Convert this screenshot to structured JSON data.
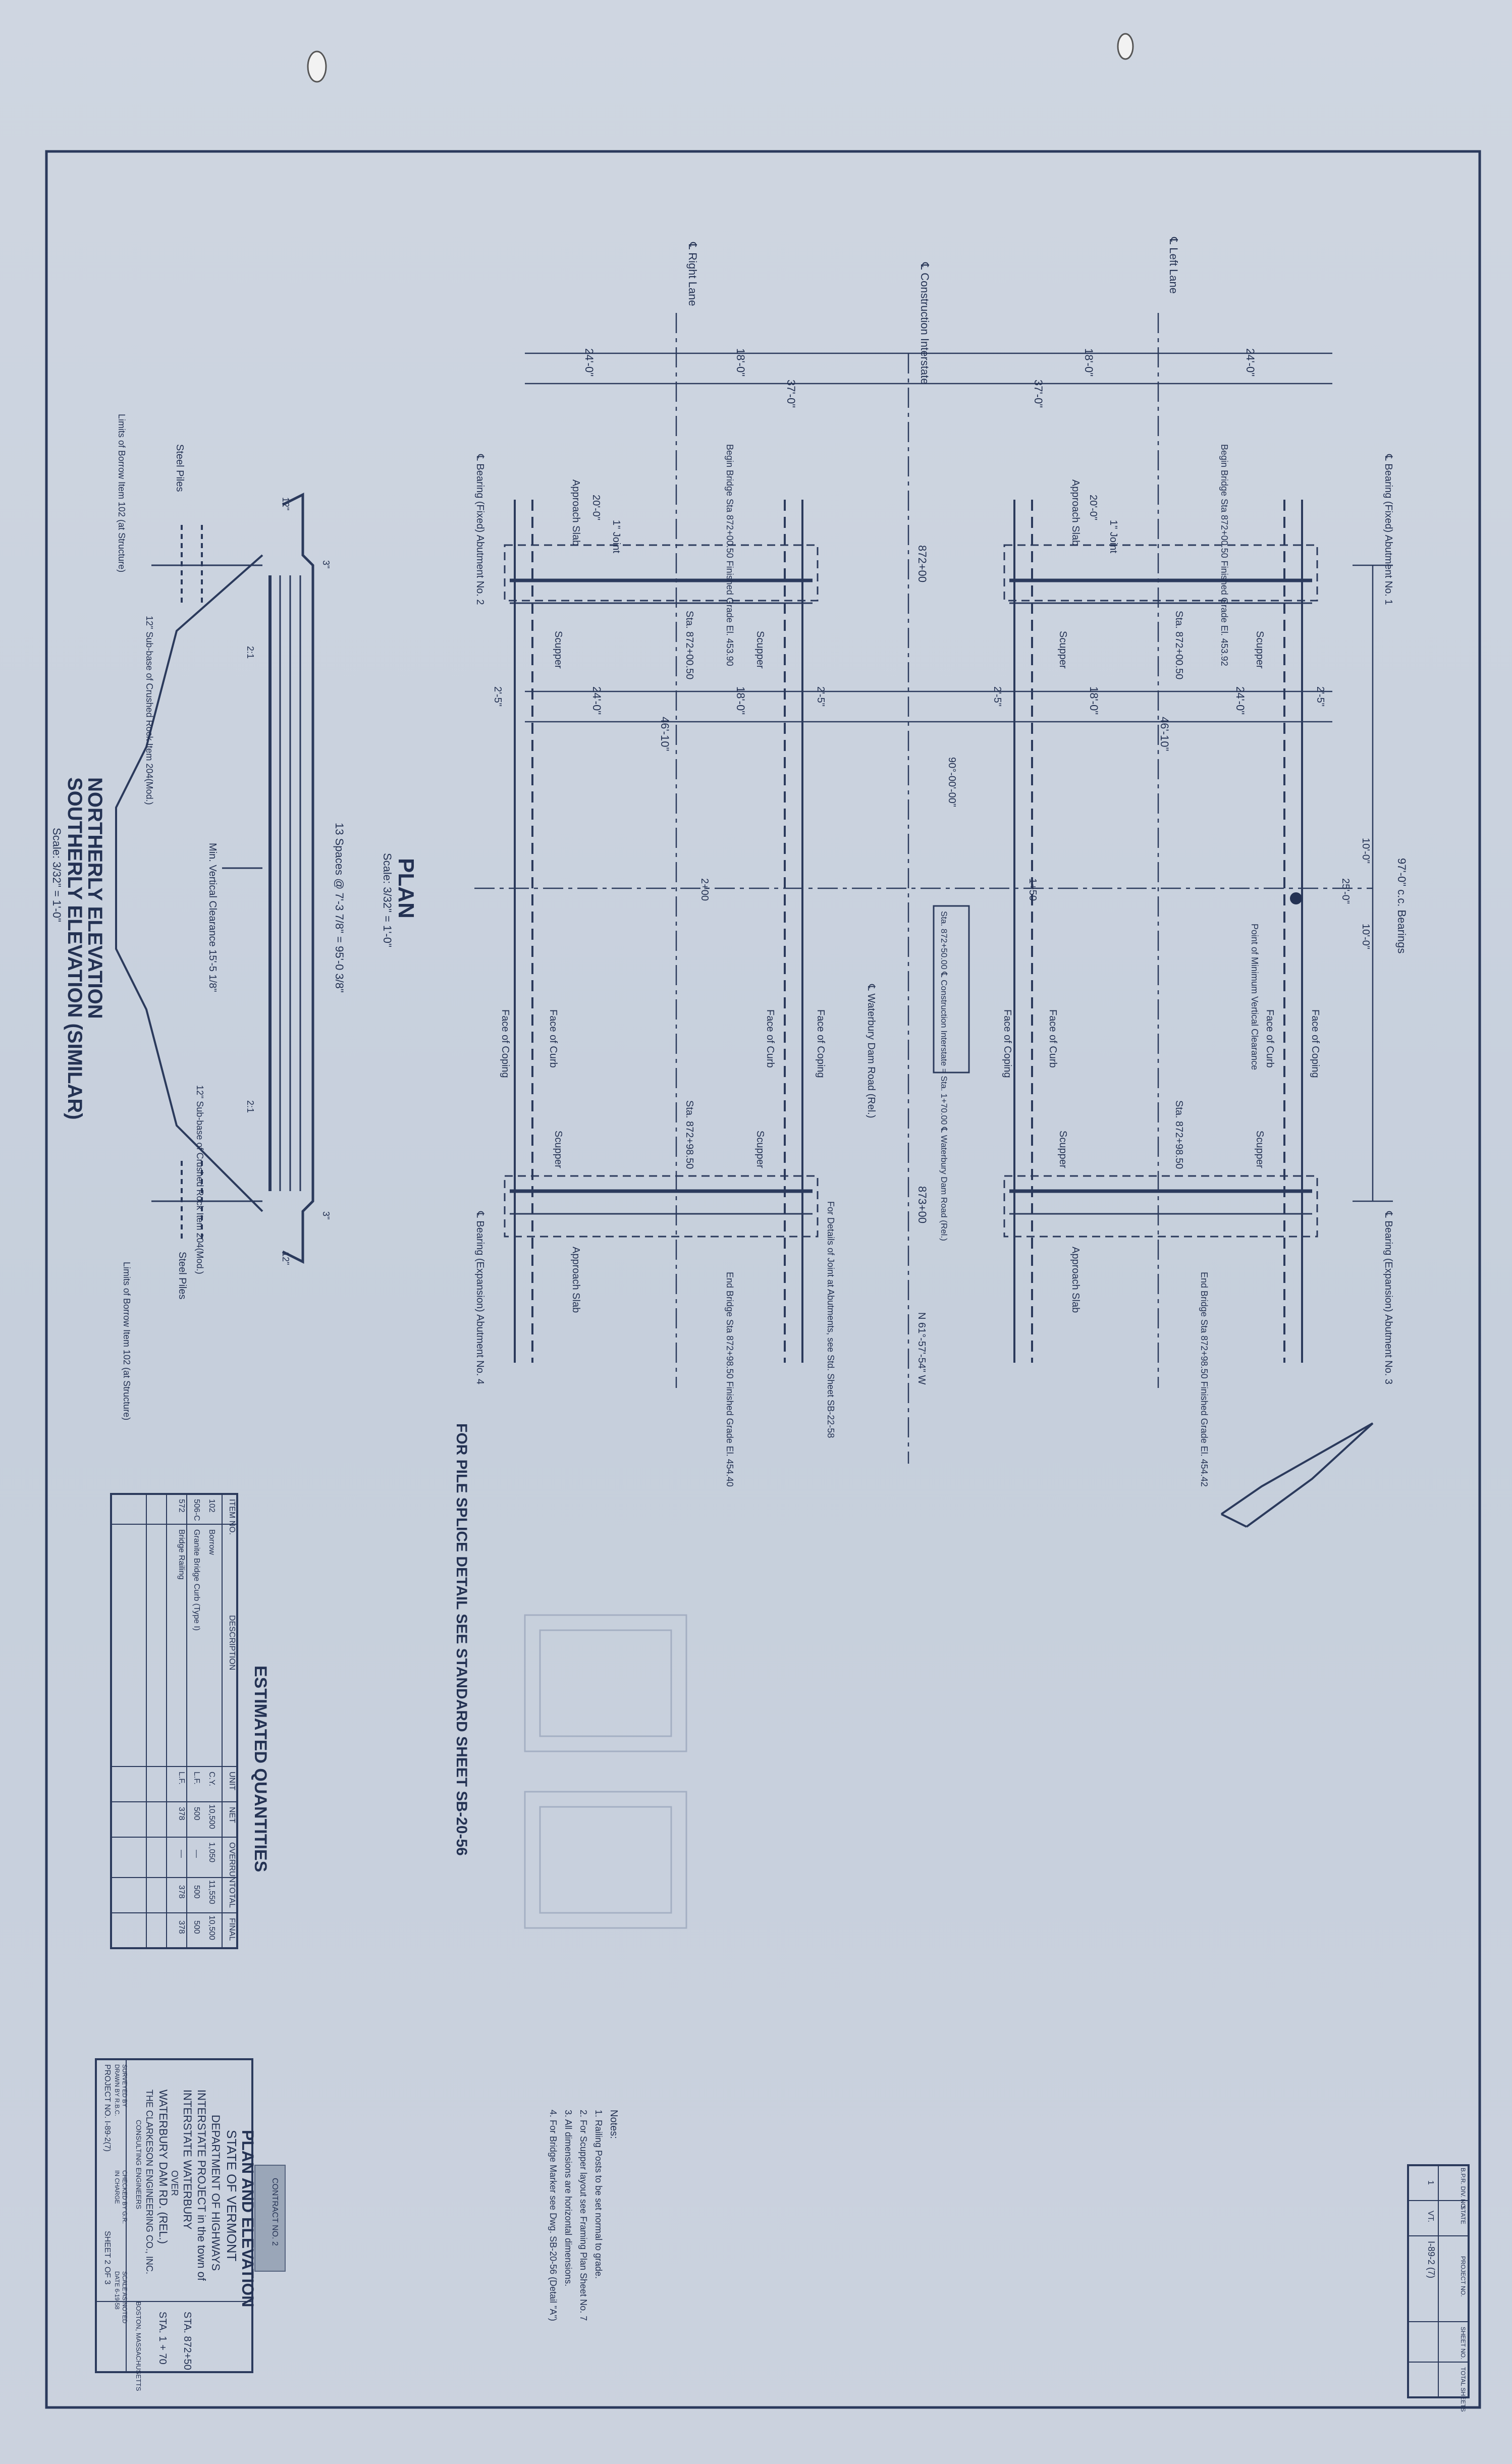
{
  "plan": {
    "title": "PLAN",
    "scale": "Scale: 3/32\" = 1'-0\"",
    "left_lane": "℄ Left Lane",
    "right_lane": "℄ Right Lane",
    "construction_interstate": "℄ Construction Interstate",
    "bearing_abut1": "℄ Bearing (Fixed) Abutment No. 1",
    "bearing_abut2": "℄ Bearing (Fixed) Abutment No. 2",
    "bearing_abut3": "℄ Bearing (Expansion) Abutment No. 3",
    "bearing_abut4": "℄ Bearing (Expansion) Abutment No. 4",
    "begin_bridge_left": "Begin Bridge Sta 872+00.50 Finished Grade El. 453.92",
    "begin_bridge_right": "Begin Bridge Sta 872+00.50 Finished Grade El. 453.90",
    "end_bridge_left": "End Bridge Sta 872+98.50 Finished Grade El. 454.42",
    "end_bridge_right": "End Bridge Sta 872+98.50 Finished Grade El. 454.40",
    "sta_begin": "Sta. 872+00.50",
    "sta_end": "Sta. 872+98.50",
    "approach_slab": "Approach Slab",
    "joint": "1\" Joint",
    "slab_len": "20'-0\"",
    "scupper": "Scupper",
    "face_of_curb": "Face of Curb",
    "face_of_coping": "Face of Coping",
    "dim_24": "24'-0\"",
    "dim_18": "18'-0\"",
    "dim_37": "37'-0\"",
    "dim_46_10": "46'-10\"",
    "dim_2_5": "2'-5\"",
    "dim_97": "97'-0\" c.c. Bearings",
    "dim_10": "10'-0\"",
    "dim_25": "25'-0\"",
    "angle": "90°-00'-00\"",
    "station_872": "872+00",
    "station_873": "873+00",
    "station_1_50": "1+50",
    "station_2_00": "2+00",
    "min_clearance_point": "Point of Minimum Vertical Clearance",
    "waterbury_dam_road": "℄ Waterbury Dam Road (Rel.)",
    "intersection_box": "Sta. 872+50.00 ℄ Construction Interstate = Sta. 1+70.00 ℄ Waterbury Dam Road (Rel.)",
    "joint_details": "For Details of Joint at Abutments, see Std. Sheet SB-22-58",
    "bearing_line": "N 61°-57'-54\" W",
    "pile_splice_note": "FOR PILE SPLICE DETAIL SEE STANDARD SHEET SB-20-56"
  },
  "elevation": {
    "title1": "NORTHERLY ELEVATION",
    "title2": "SOUTHERLY ELEVATION (SIMILAR)",
    "scale": "Scale: 3/32\" = 1'-0\"",
    "spaces": "13 Spaces @ 7'-3 7/8\" = 95'-0 3/8\"",
    "clearance": "Min. Vertical Clearance 15'-5 1/8\"",
    "steel_piles": "Steel Piles",
    "subbase": "12\" Sub-base of Crushed Rock Item 204(Mod.)",
    "limits_borrow": "Limits of Borrow Item 102 (at Structure)",
    "dim_12": "12\"",
    "dim_3": "3\"",
    "slope": "2:1"
  },
  "quantities": {
    "title": "ESTIMATED QUANTITIES",
    "headers": [
      "ITEM NO.",
      "DESCRIPTION",
      "UNIT",
      "NET",
      "OVERRUN",
      "TOTAL",
      "FINAL"
    ],
    "rows": [
      [
        "102",
        "Borrow",
        "C.Y.",
        "10,500",
        "1,050",
        "11,550",
        "10,500"
      ],
      [
        "506-C",
        "Granite Bridge Curb (Type I)",
        "L.F.",
        "500",
        "—",
        "500",
        "500"
      ],
      [
        "572",
        "Bridge Railing",
        "L.F.",
        "378",
        "—",
        "378",
        "378"
      ]
    ]
  },
  "notes": {
    "title": "Notes:",
    "items": [
      "1. Railing Posts to be set normal to grade.",
      "2. For Scupper layout see Framing Plan Sheet No. 7",
      "3. All dimensions are horizontal dimensions.",
      "4. For Bridge Marker see Dwg. SB-20-56 (Detail \"A\")"
    ]
  },
  "title_block": {
    "stamp": "CONTRACT NO. 2",
    "line1": "PLAN AND ELEVATION",
    "line2": "STATE OF VERMONT",
    "line3": "DEPARTMENT OF HIGHWAYS",
    "line4": "INTERSTATE PROJECT in the town of",
    "line5": "INTERSTATE        WATERBURY",
    "line6": "OVER",
    "line7": "WATERBURY DAM RD. (REL.)",
    "sta_a": "STA. 872+50",
    "sta_b": "STA. 1 + 70",
    "firm": "THE CLARKESON ENGINEERING CO., INC.",
    "firm_sub": "CONSULTING ENGINEERS",
    "city": "BOSTON, MASSACHUSETTS",
    "surveyed": "SURVEYED BY",
    "drawn": "DRAWN BY R.B.C.",
    "checked": "CHECKED BY G.R.",
    "in_charge": "IN CHARGE",
    "scale": "SCALE AS NOTED",
    "date": "DATE 6-19-58",
    "project": "PROJECT NO. I-89-2(7)",
    "sheet": "SHEET 2 OF 3"
  },
  "corner_block": {
    "headers": [
      "B.P.R. DIV. NO.",
      "STATE",
      "PROJECT NO.",
      "SHEET NO.",
      "TOTAL SHEETS"
    ],
    "values": [
      "1",
      "VT.",
      "I-89-2 (7)",
      "",
      ""
    ]
  }
}
